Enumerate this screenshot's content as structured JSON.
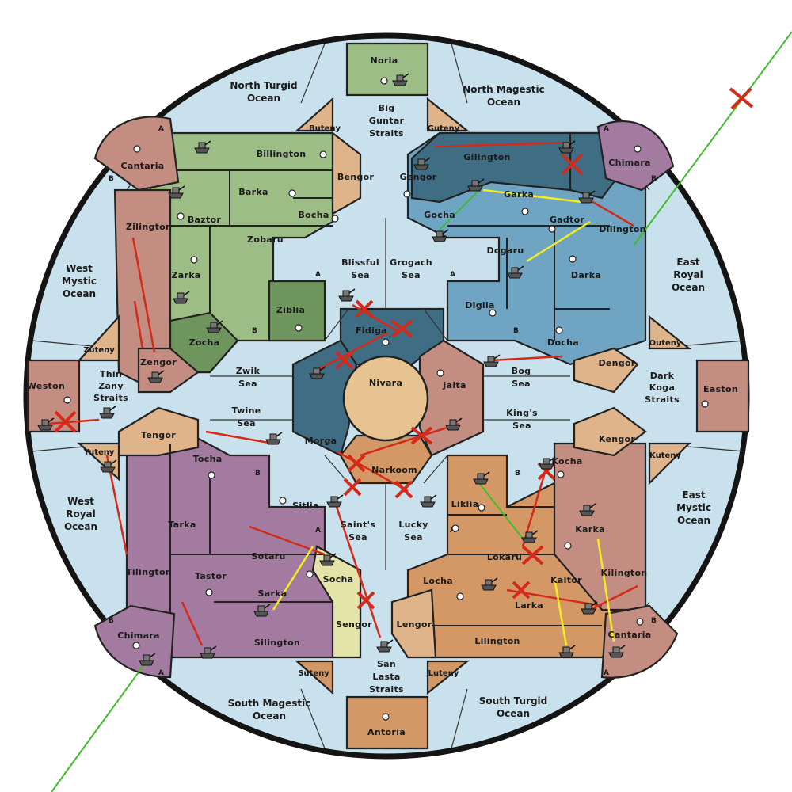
{
  "board": {
    "center": "Nivara",
    "oceans": {
      "north_turgid": [
        "North Turgid",
        "Ocean"
      ],
      "north_magestic": [
        "North Magestic",
        "Ocean"
      ],
      "west_mystic": [
        "West",
        "Mystic",
        "Ocean"
      ],
      "east_royal": [
        "East",
        "Royal",
        "Ocean"
      ],
      "west_royal": [
        "West",
        "Royal",
        "Ocean"
      ],
      "east_mystic": [
        "East",
        "Mystic",
        "Ocean"
      ],
      "south_magestic": [
        "South Magestic",
        "Ocean"
      ],
      "south_turgid": [
        "South Turgid",
        "Ocean"
      ]
    },
    "straits": {
      "big_guntar": [
        "Big",
        "Guntar",
        "Straits"
      ],
      "thin_zany": [
        "Thin",
        "Zany",
        "Straits"
      ],
      "dark_koga": [
        "Dark",
        "Koga",
        "Straits"
      ],
      "san_lasta": [
        "San",
        "Lasta",
        "Straits"
      ]
    },
    "seas": {
      "blissful": [
        "Blissful",
        "Sea"
      ],
      "grogach": [
        "Grogach",
        "Sea"
      ],
      "zwik": [
        "Zwik",
        "Sea"
      ],
      "twine": [
        "Twine",
        "Sea"
      ],
      "bog": [
        "Bog",
        "Sea"
      ],
      "kings": [
        "King's",
        "Sea"
      ],
      "saints": [
        "Saint's",
        "Sea"
      ],
      "lucky": [
        "Lucky",
        "Sea"
      ]
    },
    "home_islands": {
      "noria": "Noria",
      "antoria": "Antoria",
      "weston": "Weston",
      "easton": "Easton",
      "cantaria_nw": "Cantaria",
      "chimara_ne": "Chimara",
      "chimara_sw": "Chimara",
      "cantaria_se": "Cantaria"
    },
    "outposts": {
      "buteny_n": "Buteny",
      "guteny_n": "Guteny",
      "zuteny_w": "Zuteny",
      "yuteny_w": "Yuteny",
      "outeny_e": "Outeny",
      "kuteny_e": "Kuteny",
      "suteny_s": "Suteny",
      "luteny_s": "Luteny"
    },
    "nw_empire": {
      "color": "#9dbd86",
      "territories": [
        "Billington",
        "Barka",
        "Baztor",
        "Bocha",
        "Zobaru",
        "Zarka",
        "Zocha",
        "Ziblia",
        "Bengor",
        "Zengor"
      ],
      "zilington": "Zilington"
    },
    "ne_empire": {
      "color": "#6fa5c3",
      "dark_color": "#3f6d84",
      "territories": [
        "Gilington",
        "Garka",
        "Gengor",
        "Gocha",
        "Gadtor",
        "Dilington",
        "Dogaru",
        "Darka",
        "Diglia",
        "Docha",
        "Dengor"
      ]
    },
    "sw_empire": {
      "color": "#a47ba0",
      "territories": [
        "Tocha",
        "Tarka",
        "Tilington",
        "Tastor",
        "Sotaru",
        "Sitlia",
        "Sarka",
        "Silington",
        "Socha",
        "Sengor",
        "Tengor"
      ]
    },
    "se_empire": {
      "color": "#d49866",
      "territories": [
        "Kocha",
        "Karka",
        "Kilington",
        "Kaltor",
        "Lokaru",
        "Liklia",
        "Locha",
        "Larka",
        "Lilington",
        "Lengor",
        "Kengor"
      ]
    },
    "center_ring": [
      "Fidiga",
      "Jalta",
      "Morga",
      "Narkoom"
    ],
    "markers": {
      "b": "B",
      "a": "A"
    },
    "colors": {
      "ocean": "#c9e1ec",
      "sea": "#c9e1ec",
      "nivara": "#e7c391",
      "move_red": "#d42a1a",
      "move_yellow": "#f2ee1e",
      "move_green": "#3fbd2a",
      "border": "#141414"
    }
  }
}
